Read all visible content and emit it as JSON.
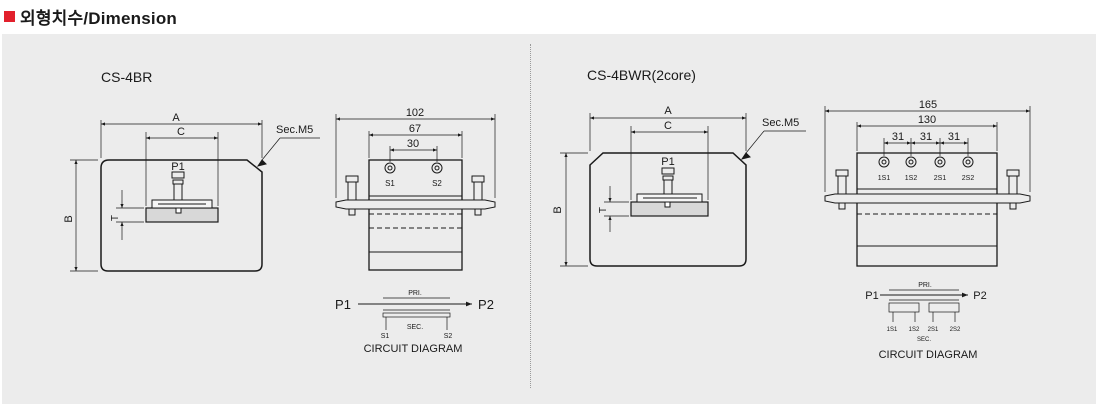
{
  "header": {
    "title": "외형치수/Dimension",
    "accent_color": "#e2202c"
  },
  "left": {
    "model": "CS-4BR",
    "front": {
      "dim_a": "A",
      "dim_c": "C",
      "dim_b": "B",
      "dim_t": "T",
      "terminal": "P1",
      "sec_label": "Sec.M5"
    },
    "side": {
      "width_total": "102",
      "width_mid": "67",
      "width_inner": "30",
      "term1": "S1",
      "term2": "S2"
    },
    "circuit": {
      "p1": "P1",
      "p2": "P2",
      "pri": "PRI.",
      "sec": "SEC.",
      "s1": "S1",
      "s2": "S2",
      "caption": "CIRCUIT DIAGRAM"
    }
  },
  "right": {
    "model": "CS-4BWR(2core)",
    "front": {
      "dim_a": "A",
      "dim_c": "C",
      "dim_b": "B",
      "dim_t": "T",
      "terminal": "P1",
      "sec_label": "Sec.M5"
    },
    "side": {
      "width_total": "165",
      "width_mid": "130",
      "pitch1": "31",
      "pitch2": "31",
      "pitch3": "31",
      "term1": "1S1",
      "term2": "1S2",
      "term3": "2S1",
      "term4": "2S2"
    },
    "circuit": {
      "p1": "P1",
      "p2": "P2",
      "pri": "PRI.",
      "sec": "SEC.",
      "t1": "1S1",
      "t2": "1S2",
      "t3": "2S1",
      "t4": "2S2",
      "caption": "CIRCUIT DIAGRAM"
    }
  }
}
